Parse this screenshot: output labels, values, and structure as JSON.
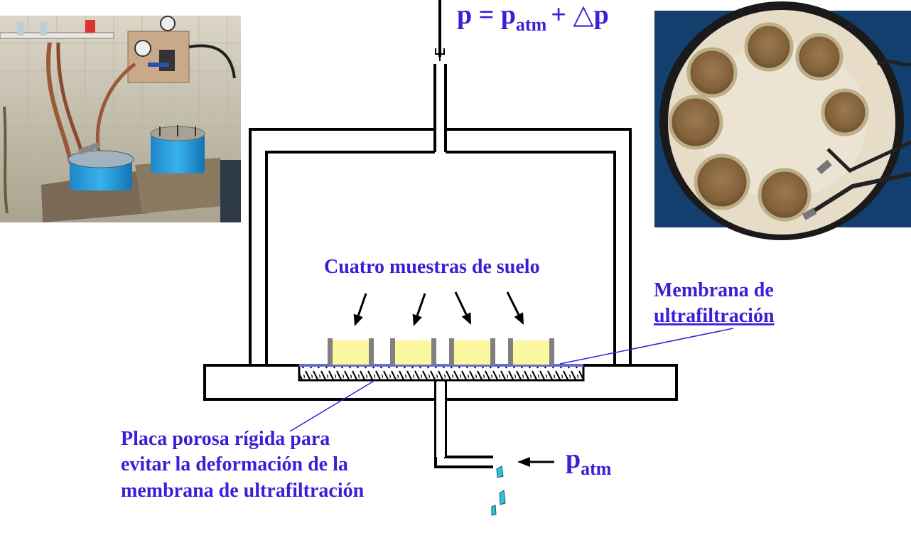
{
  "diagram": {
    "pressure_top": {
      "main": "p = p",
      "sub": "atm",
      "tail": "+ △p"
    },
    "samples_label": "Cuatro muestras de suelo",
    "membrane_label_line1": "Membrana de",
    "membrane_label_line2": "ultrafiltración",
    "plate_label_lines": [
      "Placa porosa rígida para",
      "evitar la deformación de la",
      "membrana de ultrafiltración"
    ],
    "pressure_outlet": {
      "main": "p",
      "sub": "atm"
    },
    "colors": {
      "label_blue": "#3a1fd6",
      "sample_fill": "#fbf6a0",
      "sample_wall": "#808080",
      "membrane": "#6a6ad0",
      "drop": "#2ec4d8",
      "line": "#000000"
    }
  },
  "photos": {
    "left": "laboratory-equipment-photo",
    "right": "soil-samples-chamber-photo"
  }
}
